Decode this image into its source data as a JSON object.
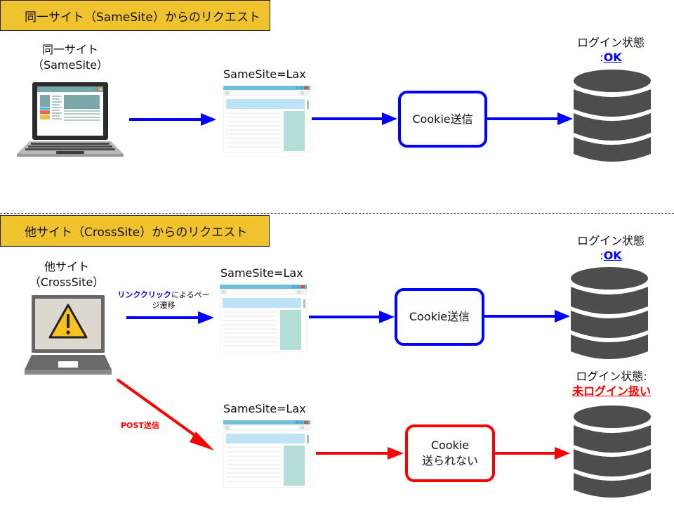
{
  "sections": [
    {
      "banner": "同一サイト（SameSite）からのリクエスト",
      "origin_label_line1": "同一サイト",
      "origin_label_line2": "（SameSite）",
      "origin_icon": "laptop-icon",
      "flows": [
        {
          "cookie_attr_label": "SameSite=Lax",
          "browser_icon": "browser-window-icon",
          "box_label_line1": "Cookie送信",
          "box_label_line2": "",
          "color": "#0000FF",
          "server_icon": "database-icon",
          "status_label": "ログイン状態",
          "status_prefix": ":",
          "status_value": "OK"
        }
      ]
    },
    {
      "banner": "他サイト（CrossSite）からのリクエスト",
      "origin_label_line1": "他サイト",
      "origin_label_line2": "（CrossSite）",
      "origin_icon": "warning-laptop-icon",
      "flows": [
        {
          "edge_note_highlight": "リンククリック",
          "edge_note_rest": "によるペー",
          "edge_note_line2": "ジ遷移",
          "cookie_attr_label": "SameSite=Lax",
          "browser_icon": "browser-window-icon",
          "box_label_line1": "Cookie送信",
          "box_label_line2": "",
          "color": "#0000FF",
          "server_icon": "database-icon",
          "status_label": "ログイン状態",
          "status_prefix": ":",
          "status_value": "OK"
        },
        {
          "edge_note": "POST送信",
          "cookie_attr_label": "SameSite=Lax",
          "browser_icon": "browser-window-icon",
          "box_label_line1": "Cookie",
          "box_label_line2": "送られない",
          "color": "#FF0000",
          "server_icon": "database-icon",
          "status_label": "ログイン状態:",
          "status_value": "未ログイン扱い"
        }
      ]
    }
  ],
  "colors": {
    "banner_bg": "#F0C22E",
    "ok_flow": "#0000FF",
    "ng_flow": "#FF0000",
    "database": "#4D4D4D"
  }
}
